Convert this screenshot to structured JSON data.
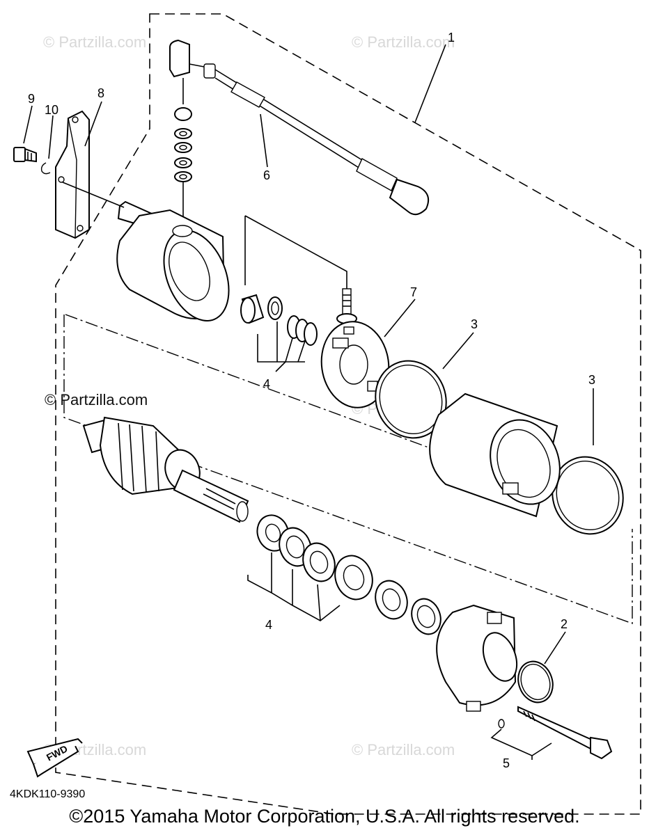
{
  "diagram": {
    "callouts": {
      "c1": "1",
      "c2": "2",
      "c3a": "3",
      "c3b": "3",
      "c4a": "4",
      "c4b": "4",
      "c5": "5",
      "c6": "6",
      "c7": "7",
      "c8": "8",
      "c9": "9",
      "c10": "10"
    },
    "watermark_text": "© Partzilla.com",
    "diagram_code": "4KDK110-9390",
    "fwd_label": "FWD",
    "copyright": "©2015 Yamaha Motor Corporation, U.S.A. All rights reserved."
  }
}
